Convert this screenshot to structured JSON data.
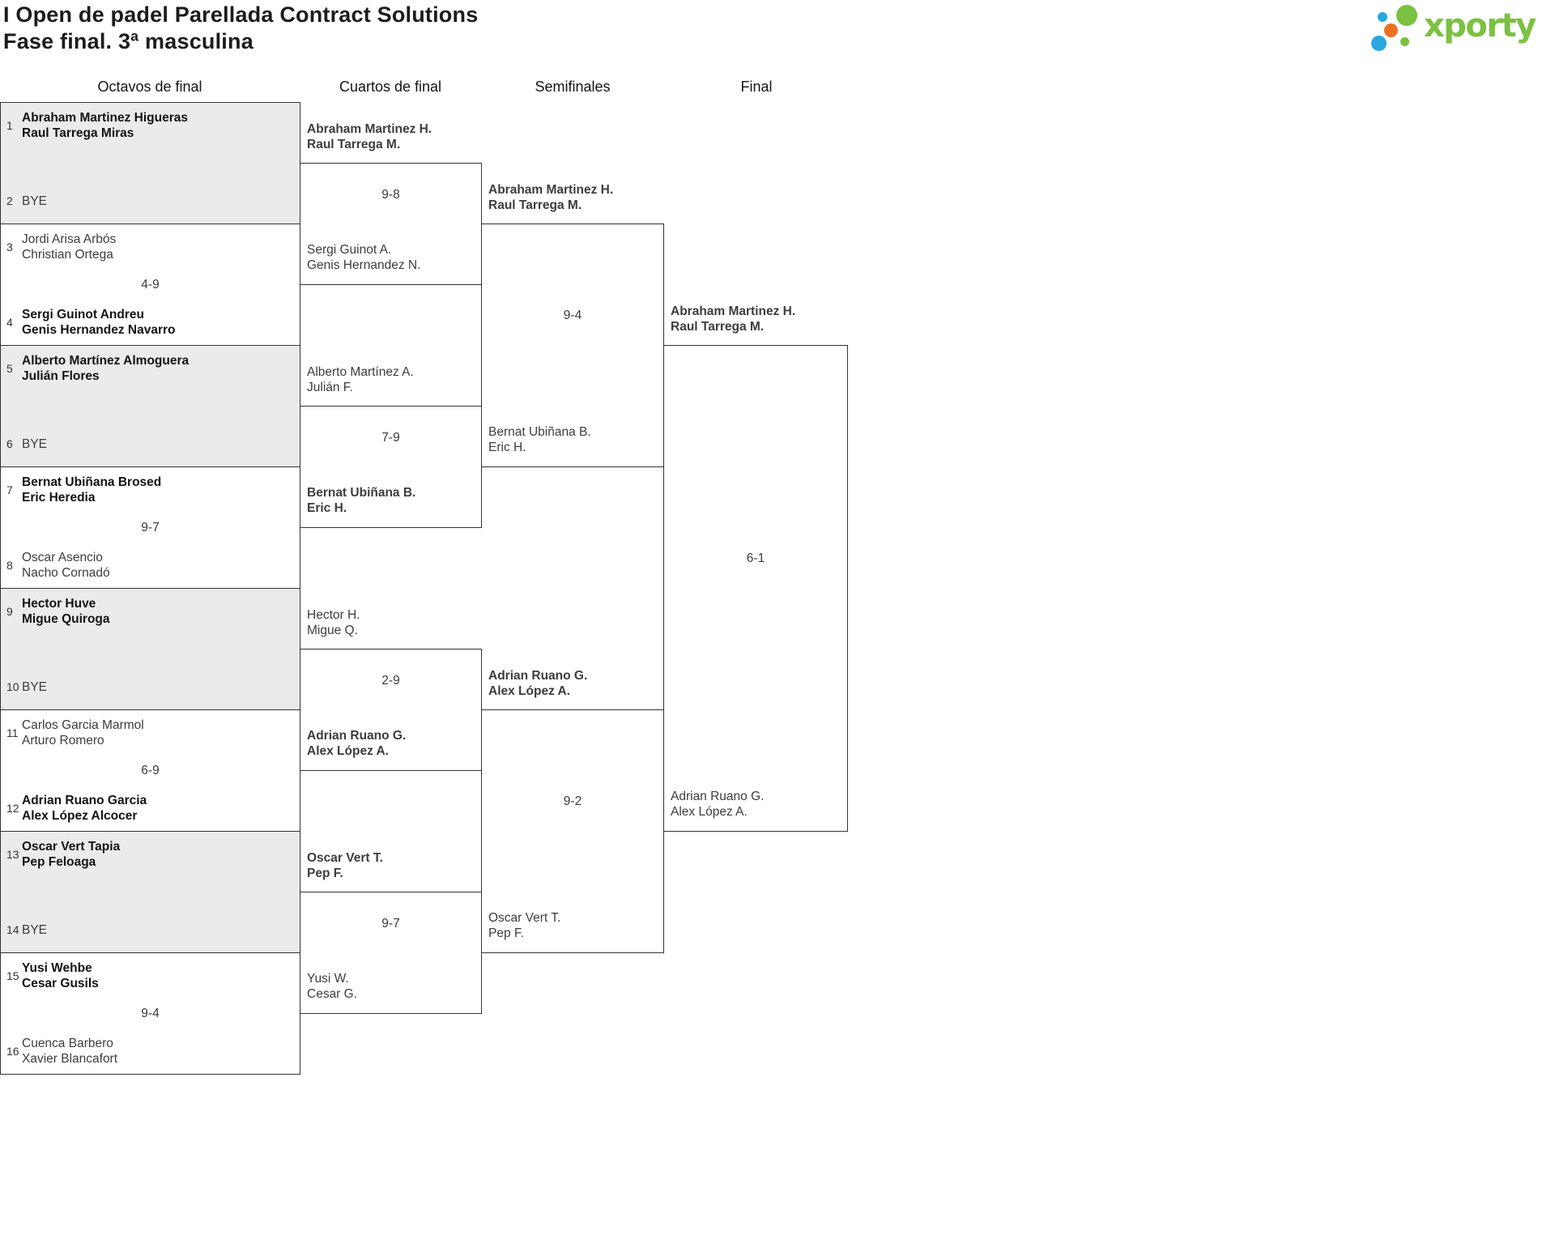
{
  "title": {
    "line1": "I Open de padel Parellada Contract Solutions",
    "line2": "Fase final. 3ª masculina"
  },
  "logo": {
    "text": "xporty"
  },
  "colors": {
    "logo_green": "#7bc142",
    "logo_blue": "#2aa7df",
    "logo_orange": "#ec7123",
    "box_border": "#333333",
    "bye_fill": "#ebebeb"
  },
  "round_headers": [
    {
      "label": "Octavos de final"
    },
    {
      "label": "Cuartos de final"
    },
    {
      "label": "Semifinales"
    },
    {
      "label": "Final"
    }
  ],
  "octavos": [
    {
      "seed_top": "1",
      "team_top": "Abraham Martinez Higueras\nRaul Tarrega Miras",
      "top_winner": true,
      "seed_bottom": "2",
      "team_bottom": "BYE",
      "bottom_winner": false,
      "score": ""
    },
    {
      "seed_top": "3",
      "team_top": "Jordi Arisa Arbós\nChristian Ortega",
      "top_winner": false,
      "seed_bottom": "4",
      "team_bottom": "Sergi Guinot Andreu\nGenis Hernandez Navarro",
      "bottom_winner": true,
      "score": "4-9"
    },
    {
      "seed_top": "5",
      "team_top": "Alberto Martínez Almoguera\nJulián Flores",
      "top_winner": true,
      "seed_bottom": "6",
      "team_bottom": "BYE",
      "bottom_winner": false,
      "score": ""
    },
    {
      "seed_top": "7",
      "team_top": "Bernat Ubiñana Brosed\nEric Heredia",
      "top_winner": true,
      "seed_bottom": "8",
      "team_bottom": "Oscar Asencio\nNacho Cornadó",
      "bottom_winner": false,
      "score": "9-7"
    },
    {
      "seed_top": "9",
      "team_top": "Hector Huve\nMigue Quiroga",
      "top_winner": true,
      "seed_bottom": "10",
      "team_bottom": "BYE",
      "bottom_winner": false,
      "score": ""
    },
    {
      "seed_top": "11",
      "team_top": "Carlos Garcia Marmol\nArturo Romero",
      "top_winner": false,
      "seed_bottom": "12",
      "team_bottom": "Adrian Ruano Garcia\nAlex López Alcocer",
      "bottom_winner": true,
      "score": "6-9"
    },
    {
      "seed_top": "13",
      "team_top": "Oscar Vert Tapia\nPep Feloaga",
      "top_winner": true,
      "seed_bottom": "14",
      "team_bottom": "BYE",
      "bottom_winner": false,
      "score": ""
    },
    {
      "seed_top": "15",
      "team_top": "Yusi Wehbe\nCesar Gusils",
      "top_winner": true,
      "seed_bottom": "16",
      "team_bottom": "Cuenca Barbero\nXavier Blancafort",
      "bottom_winner": false,
      "score": "9-4"
    }
  ],
  "cuartos": [
    {
      "team_top": "Abraham Martinez H.\nRaul Tarrega M.",
      "top_winner": true,
      "team_bottom": "Sergi Guinot A.\nGenis Hernandez N.",
      "bottom_winner": false,
      "score": "9-8"
    },
    {
      "team_top": "Alberto Martínez A.\nJulián F.",
      "top_winner": false,
      "team_bottom": "Bernat Ubiñana B.\nEric H.",
      "bottom_winner": true,
      "score": "7-9"
    },
    {
      "team_top": "Hector H.\nMigue Q.",
      "top_winner": false,
      "team_bottom": "Adrian Ruano G.\nAlex López A.",
      "bottom_winner": true,
      "score": "2-9"
    },
    {
      "team_top": "Oscar Vert T.\nPep F.",
      "top_winner": true,
      "team_bottom": "Yusi W.\nCesar G.",
      "bottom_winner": false,
      "score": "9-7"
    }
  ],
  "semifinales": [
    {
      "team_top": "Abraham Martinez H.\nRaul Tarrega M.",
      "top_winner": true,
      "team_bottom": "Bernat Ubiñana B.\nEric H.",
      "bottom_winner": false,
      "score": "9-4"
    },
    {
      "team_top": "Adrian Ruano G.\nAlex López A.",
      "top_winner": true,
      "team_bottom": "Oscar Vert T.\nPep F.",
      "bottom_winner": false,
      "score": "9-2"
    }
  ],
  "final": [
    {
      "team_top": "Abraham Martinez H.\nRaul Tarrega M.",
      "top_winner": true,
      "team_bottom": "Adrian Ruano G.\nAlex López A.",
      "bottom_winner": false,
      "score": "6-1"
    }
  ]
}
